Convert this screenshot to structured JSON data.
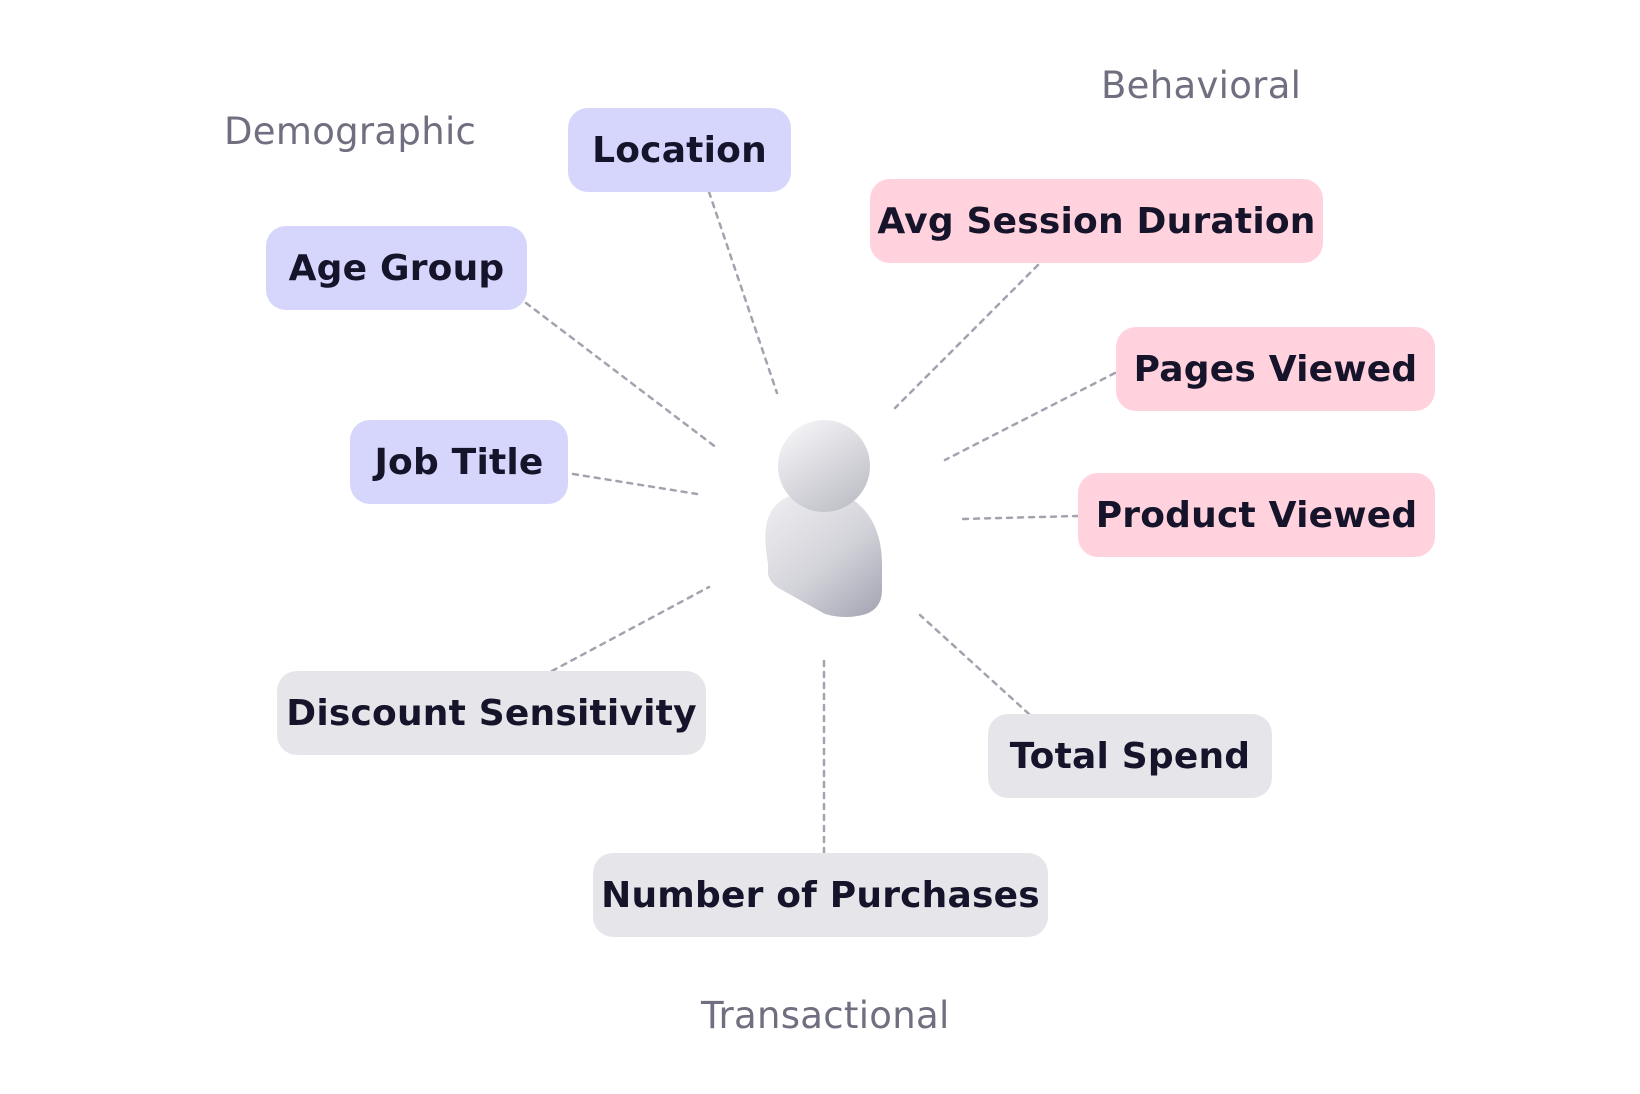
{
  "groups": {
    "demographic": "Demographic",
    "behavioral": "Behavioral",
    "transactional": "Transactional"
  },
  "attributes": {
    "location": "Location",
    "age_group": "Age Group",
    "job_title": "Job Title",
    "avg_session_duration": "Avg Session Duration",
    "pages_viewed": "Pages Viewed",
    "product_viewed": "Product Viewed",
    "discount_sensitivity": "Discount Sensitivity",
    "number_of_purchases": "Number of Purchases",
    "total_spend": "Total Spend"
  },
  "center": {
    "icon": "user-profile-icon"
  },
  "colors": {
    "demographic": "#d6d6fc",
    "behavioral": "#ffd2dd",
    "transactional": "#e6e6ea",
    "label_text": "#15142a",
    "group_text": "#6f6f80",
    "connector": "#a3a3b0"
  }
}
